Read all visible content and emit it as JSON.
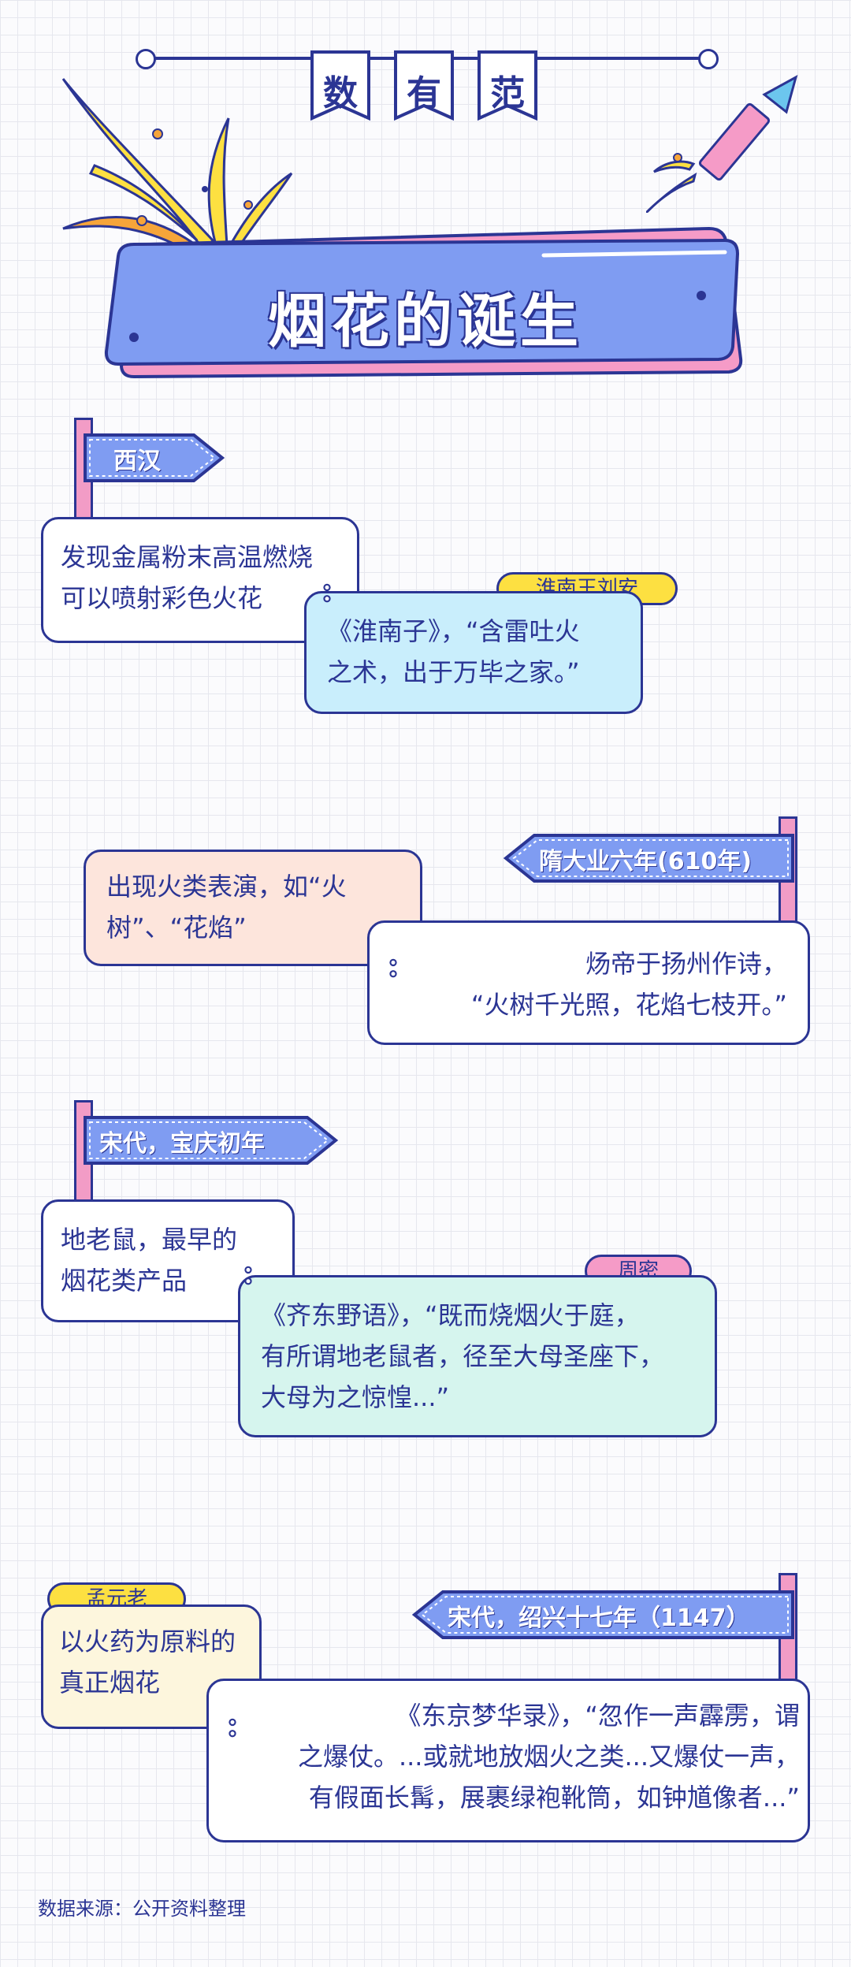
{
  "header": {
    "logo_chars": [
      "数",
      "有",
      "范"
    ],
    "title": "烟花的诞生"
  },
  "colors": {
    "navy": "#2b3594",
    "sign_blue": "#7f9cf2",
    "post_pink": "#f29cc6",
    "tag_yellow": "#fde041",
    "tag_pink": "#f59bc7"
  },
  "sections": [
    {
      "era": "西汉",
      "fact": [
        "发现金属粉末高温燃烧",
        "可以喷射彩色火花"
      ],
      "source_tag": "淮南王刘安",
      "quote": [
        "《淮南子》，“含雷吐火",
        "之术，出于万毕之家。”"
      ]
    },
    {
      "era": "隋大业六年(610年)",
      "fact": [
        "出现火类表演，如“火",
        "树”、“花焰”"
      ],
      "source_tag": "",
      "quote": [
        "炀帝于扬州作诗，",
        "“火树千光照，花焰七枝开。”"
      ]
    },
    {
      "era": "宋代，宝庆初年",
      "fact": [
        "地老鼠，最早的",
        "烟花类产品"
      ],
      "source_tag": "周密",
      "quote": [
        "《齐东野语》，“既而烧烟火于庭，",
        "有所谓地老鼠者，径至大母圣座下，",
        "大母为之惊惶...”"
      ]
    },
    {
      "era": "宋代，绍兴十七年（1147）",
      "fact": [
        "以火药为原料的",
        "真正烟花"
      ],
      "source_tag": "孟元老",
      "quote": [
        "《东京梦华录》，“忽作一声霹雳，谓",
        "之爆仗。...或就地放烟火之类...又爆仗一声，",
        "有假面长髯，展裹绿袍靴筒，如钟馗像者...”"
      ]
    }
  ],
  "footer": {
    "source": "数据来源：公开资料整理"
  }
}
